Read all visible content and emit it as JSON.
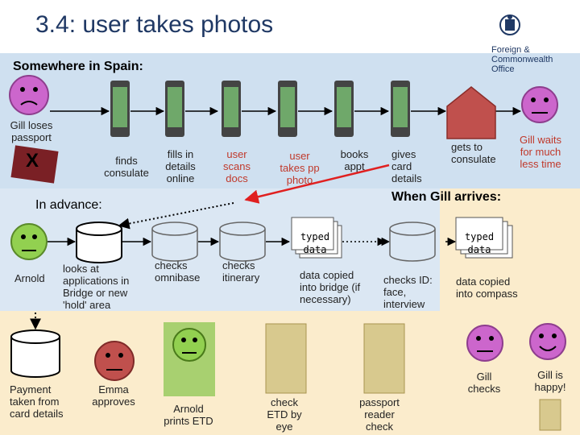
{
  "title": "3.4: user takes photos",
  "logo": {
    "org": [
      "Foreign &",
      "Commonwealth",
      "Office"
    ]
  },
  "sections": {
    "spain": "Somewhere in Spain:",
    "advance": "In advance:",
    "arrival": "When Gill arrives:"
  },
  "passport_mark": "X",
  "top_steps": {
    "loses": [
      "Gill loses",
      "passport"
    ],
    "finds": [
      "finds",
      "consulate"
    ],
    "fills": [
      "fills in",
      "details",
      "online"
    ],
    "scans": [
      "user",
      "scans",
      "docs"
    ],
    "takes": [
      "user",
      "takes pp",
      "photo"
    ],
    "books": [
      "books",
      "appt"
    ],
    "gives": [
      "gives",
      "card",
      "details"
    ],
    "gets": [
      "gets to",
      "consulate"
    ],
    "waits": [
      "Gill waits",
      "for much",
      "less time"
    ]
  },
  "mid_steps": {
    "arnold": "Arnold",
    "looks": [
      "looks at",
      "applications in",
      "Bridge or new",
      "'hold' area"
    ],
    "omni": [
      "checks",
      "omnibase"
    ],
    "itin": [
      "checks",
      "itinerary"
    ],
    "typed1": [
      "typed",
      "data"
    ],
    "copied1": [
      "data copied",
      "into bridge (if",
      "necessary)"
    ],
    "checksid": [
      "checks ID:",
      "face,",
      "interview"
    ],
    "typed2": [
      "typed",
      "data"
    ],
    "copied2": [
      "data copied",
      "into compass"
    ]
  },
  "bot_steps": {
    "payment": [
      "Payment",
      "taken from",
      "card details"
    ],
    "emma": [
      "Emma",
      "approves"
    ],
    "prints": [
      "Arnold",
      "prints ETD"
    ],
    "checketd": [
      "check",
      "ETD by",
      "eye"
    ],
    "reader": [
      "passport",
      "reader",
      "check"
    ],
    "gillchecks": [
      "Gill",
      "checks"
    ],
    "happy": [
      "Gill is",
      "happy!"
    ]
  },
  "colors": {
    "green": "#92d050",
    "sad": "#cc66cc",
    "emma": "#c0504d",
    "arrow": "#e02020"
  }
}
